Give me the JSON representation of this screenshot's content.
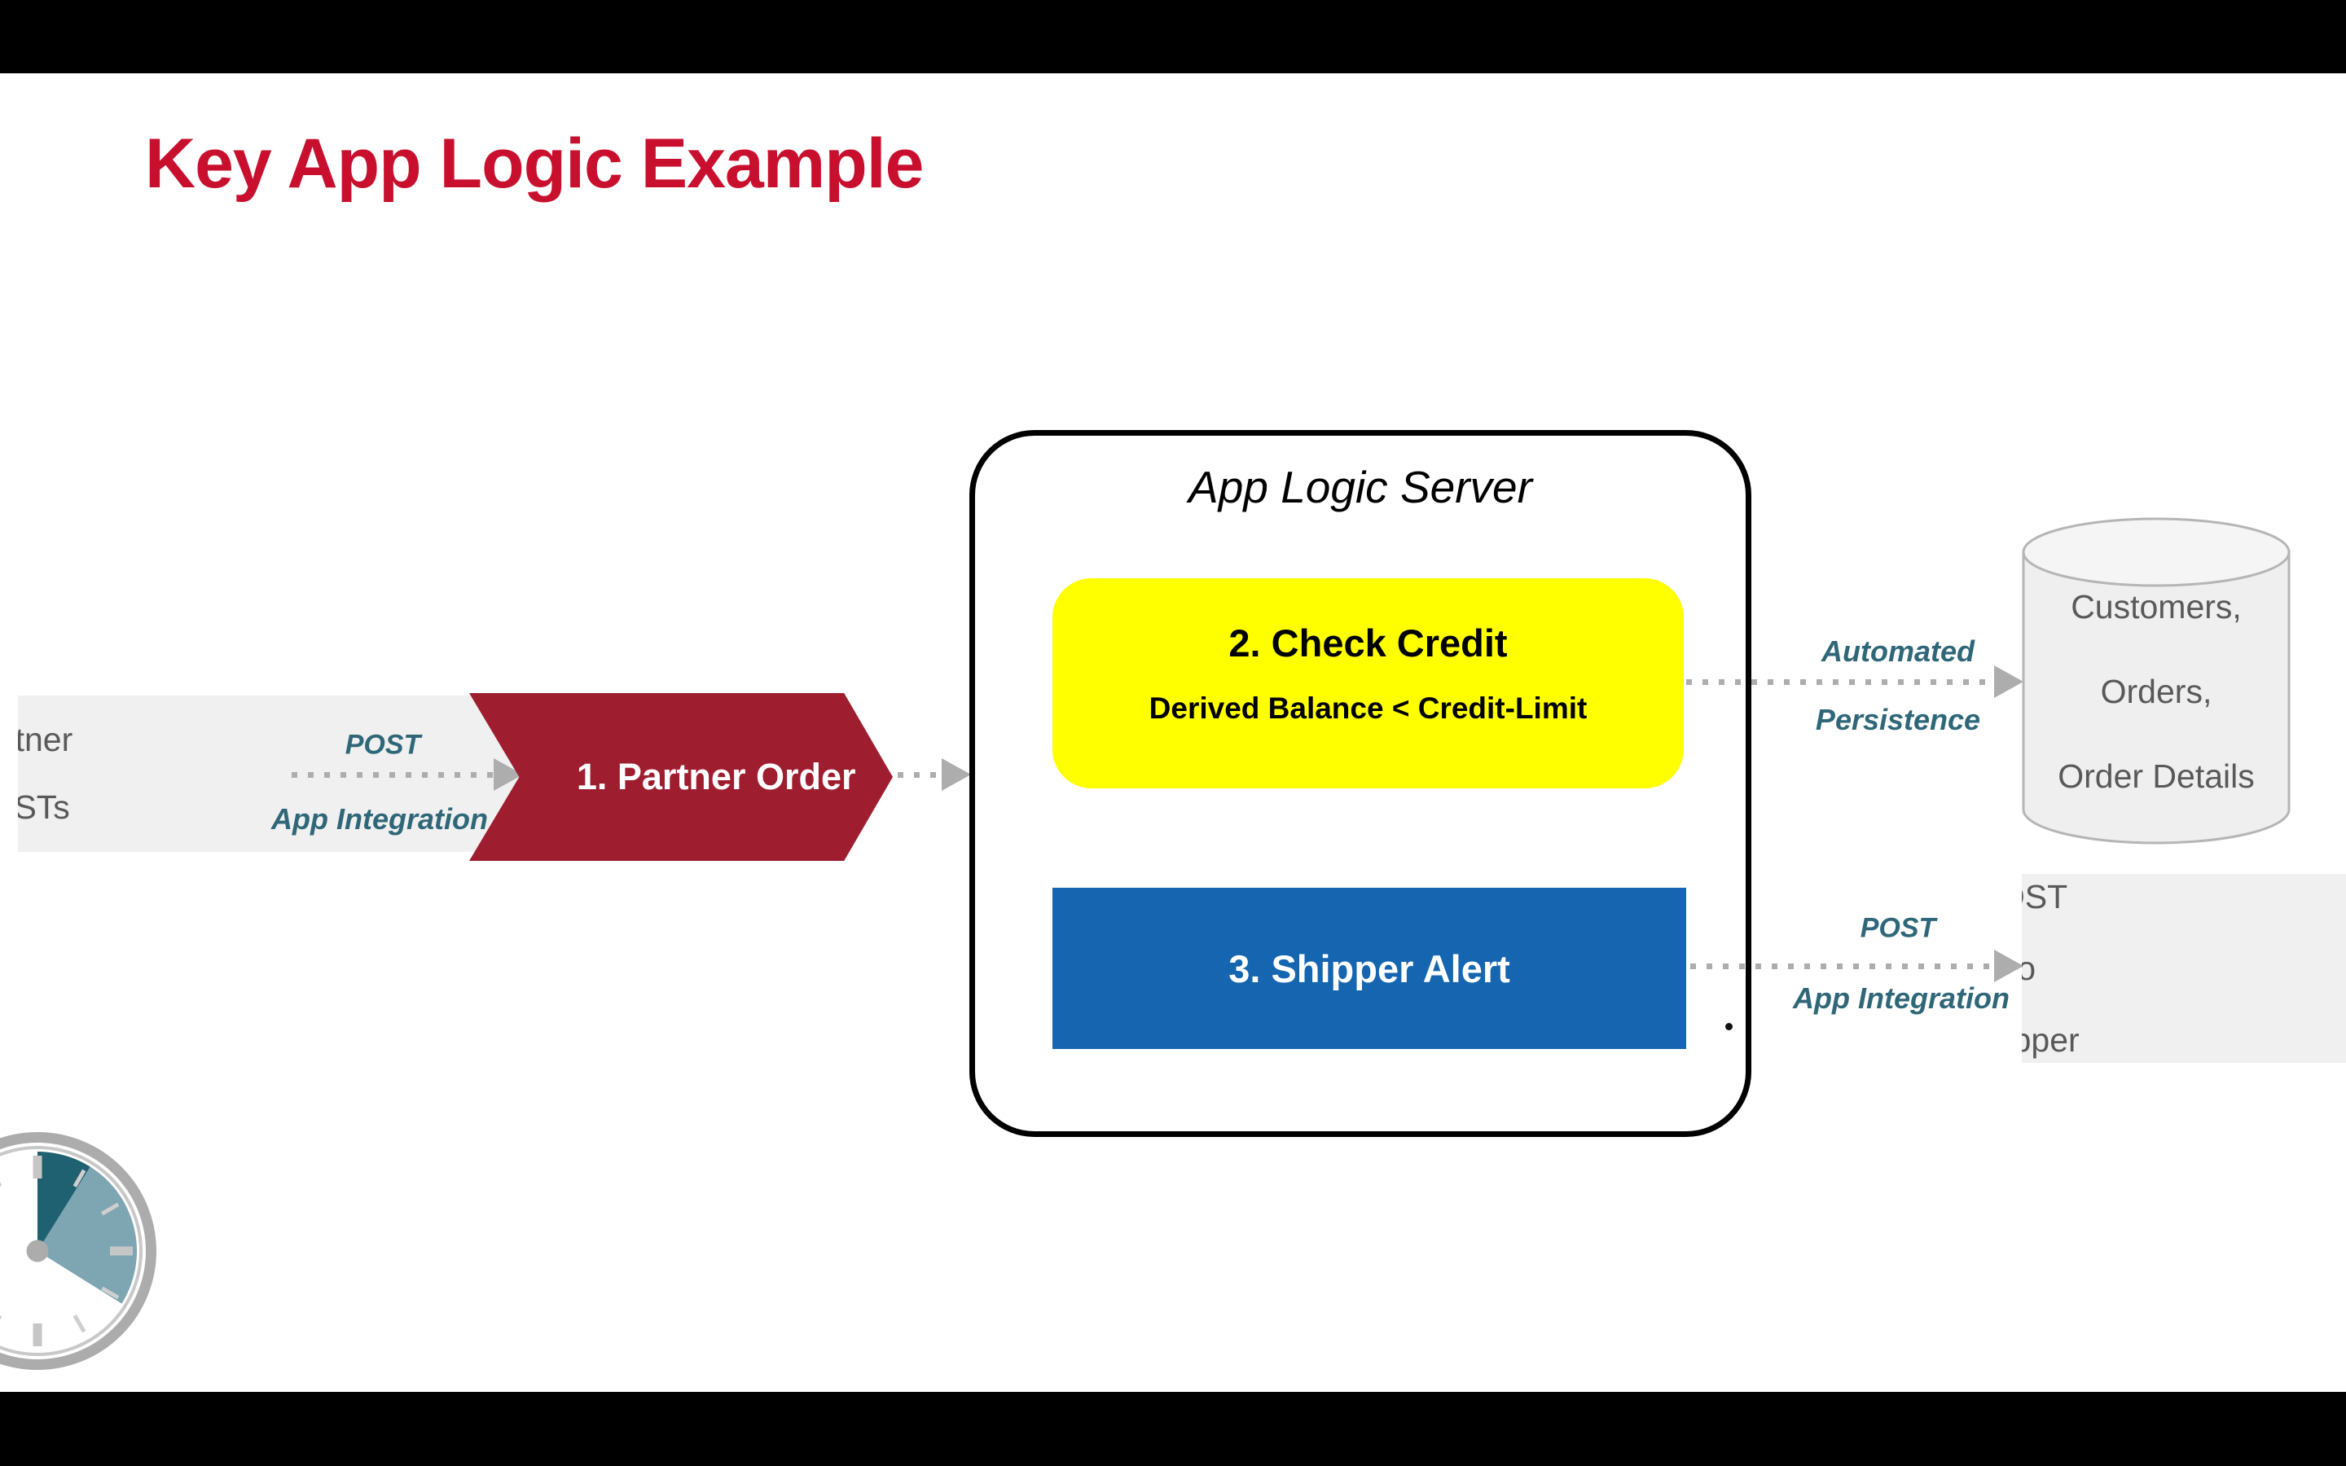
{
  "slide": {
    "title": "Key App Logic Example"
  },
  "colors": {
    "title_red": "#C8102E",
    "chevron_red": "#9E1E30",
    "check_credit_yellow": "#FFFF00",
    "shipper_alert_blue": "#1565B0",
    "label_teal": "#2F6779",
    "shape_gray_fill": "#F0F0F0",
    "text_gray": "#595959",
    "connector_gray": "#ADADAD",
    "letterbox_black": "#000000",
    "clock_dark_wedge": "#1F6170",
    "clock_light_wedge": "#7EA5B2"
  },
  "nodes": {
    "partner": {
      "line1": "Partner",
      "line2": "POSTs"
    },
    "partner_order": {
      "label": "1. Partner Order"
    },
    "server": {
      "title": "App Logic Server"
    },
    "check_credit": {
      "title": "2. Check Credit",
      "subtitle": "Derived Balance < Credit-Limit"
    },
    "shipper_alert": {
      "label": "3. Shipper Alert"
    },
    "database": {
      "line1": "Customers,",
      "line2": "Orders,",
      "line3": "Order Details"
    },
    "post_to_shipper": {
      "line1": "POST to",
      "line2": "Shipper"
    },
    "stray_dot": "."
  },
  "labels": {
    "post_left": {
      "line1": "POST",
      "line2": "App Integration"
    },
    "persistence": {
      "line1": "Automated",
      "line2": "Persistence"
    },
    "post_right": {
      "line1": "POST",
      "line2": "App Integration"
    }
  }
}
